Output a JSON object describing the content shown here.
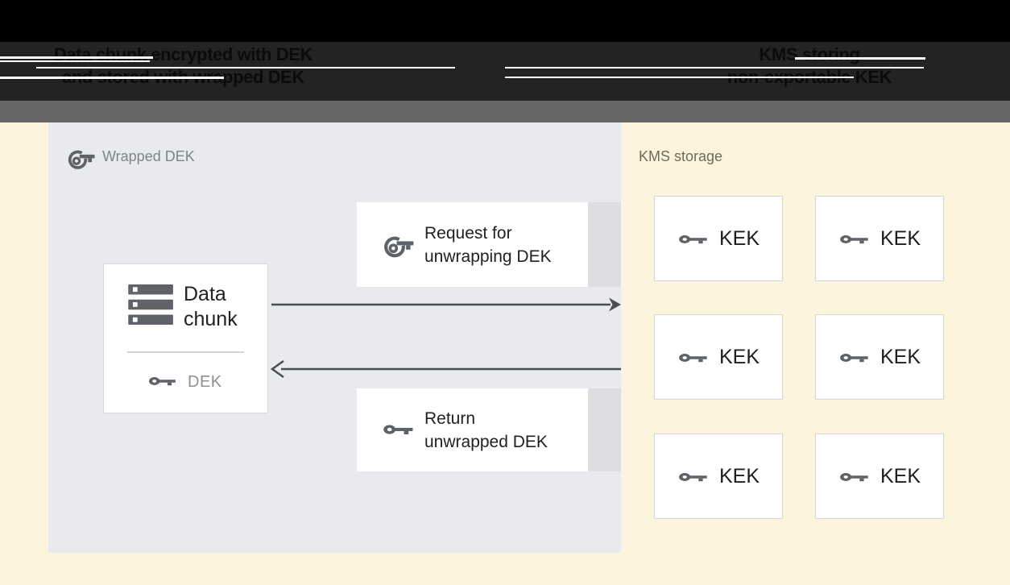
{
  "figure": {
    "top_caption_left": {
      "line1": "Data chunk encrypted with DEK",
      "line2": "and stored with wrapped DEK"
    },
    "top_caption_right": {
      "line1": "KMS storing",
      "line2": "non-exportable KEK"
    }
  },
  "wrapped_dek_panel": {
    "label": "Wrapped DEK",
    "request_box": {
      "line1": "Request for",
      "line2": "unwrapping DEK"
    },
    "data_chunk_box": {
      "line1": "Data",
      "line2": "chunk",
      "key_label": "DEK"
    },
    "return_box": {
      "line1": "Return",
      "line2": "unwrapped DEK"
    }
  },
  "kms_panel": {
    "label": "KMS storage",
    "kek_boxes": [
      {
        "label": "KEK"
      },
      {
        "label": "KEK"
      },
      {
        "label": "KEK"
      },
      {
        "label": "KEK"
      },
      {
        "label": "KEK"
      },
      {
        "label": "KEK"
      }
    ]
  },
  "colors": {
    "page_background": "#fcf4dc",
    "panel_background": "#e8eaed",
    "box_shadow_strip": "#dcdee1",
    "icon_gray": "#5f6368",
    "arrow": "#4a4d51",
    "text_dark": "#212121",
    "panel_label_gray": "#7f8489",
    "kms_label_gray": "#6f6a5b",
    "dek_label_gray": "#8d9195",
    "header_black": "#000000",
    "header_dark_band": "#232323",
    "header_gray_strip": "#666667"
  }
}
